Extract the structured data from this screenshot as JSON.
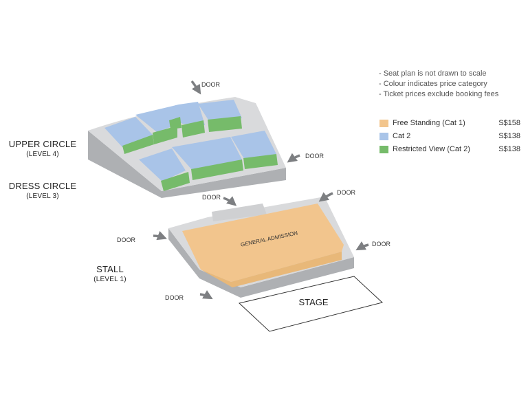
{
  "levels": {
    "upper": {
      "name": "UPPER CIRCLE",
      "level": "(LEVEL 4)"
    },
    "dress": {
      "name": "DRESS CIRCLE",
      "level": "(LEVEL 3)"
    },
    "stall": {
      "name": "STALL",
      "level": "(LEVEL 1)"
    }
  },
  "notes": [
    "- Seat plan is not drawn to scale",
    "- Colour indicates price category",
    "- Ticket prices exclude booking fees"
  ],
  "legend": [
    {
      "label": "Free Standing (Cat 1)",
      "price": "S$158",
      "color": "#f2c58d"
    },
    {
      "label": "Cat 2",
      "price": "S$138",
      "color": "#a9c4e8"
    },
    {
      "label": "Restricted View (Cat 2)",
      "price": "S$138",
      "color": "#76bb6a"
    }
  ],
  "door_label": "DOOR",
  "general_admission_label": "GENERAL ADMISSION",
  "stage_label": "STAGE",
  "colors": {
    "platform": "#d9dadc",
    "platform_side": "#aeb0b3",
    "arrow": "#7d7f82",
    "cat1": "#f2c58d",
    "cat2": "#a9c4e8",
    "restricted": "#76bb6a"
  }
}
